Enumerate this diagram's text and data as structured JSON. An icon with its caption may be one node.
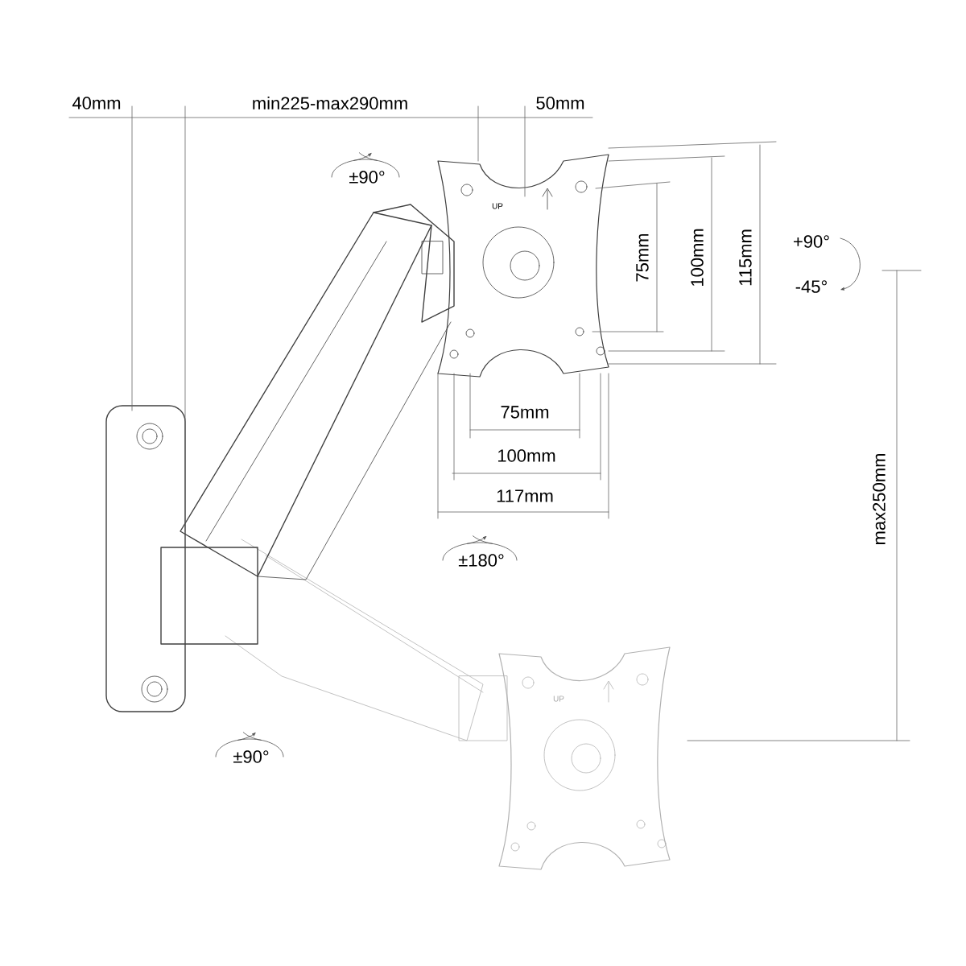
{
  "diagram": {
    "labels": [
      "40mm",
      "min225-max290mm",
      "50mm",
      "±90°",
      "UP",
      "75mm",
      "100mm",
      "115mm",
      "+90°",
      "-45°",
      "75mm",
      "100mm",
      "117mm",
      "±180°",
      "max250mm",
      "±90°",
      "UP"
    ]
  }
}
